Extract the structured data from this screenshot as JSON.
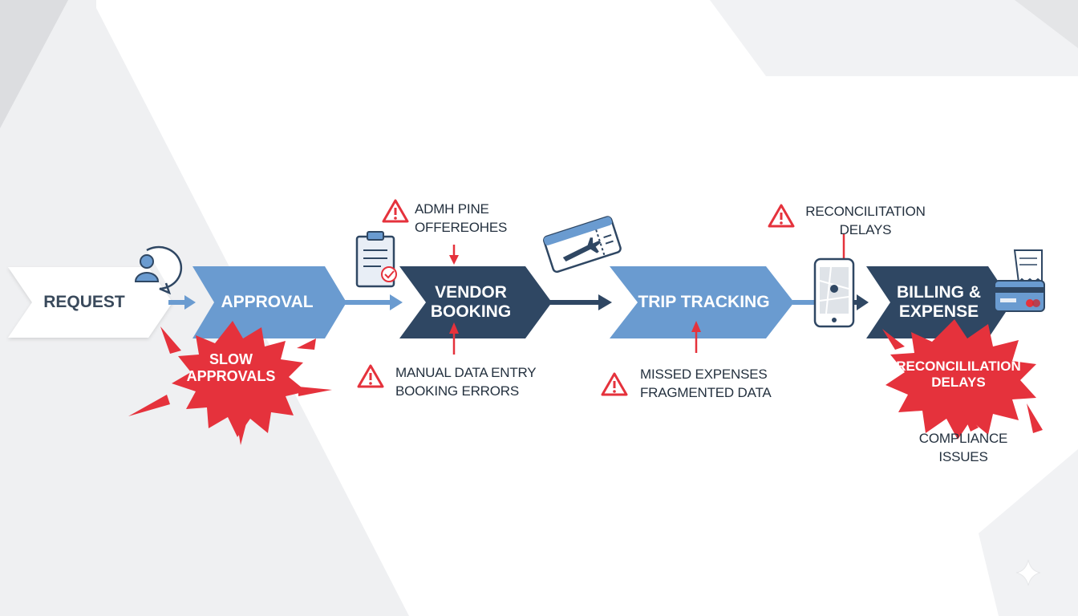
{
  "colors": {
    "light_stage": "#6a9bd0",
    "dark_stage": "#2f4763",
    "request_stage": "#ffffff",
    "alert_red": "#e5323c",
    "text_dark": "#24313f",
    "bg_gray": "#eff0f2"
  },
  "stages": [
    {
      "id": "request",
      "label": "REQUEST",
      "style": "white"
    },
    {
      "id": "approval",
      "label": "APPROVAL",
      "style": "light"
    },
    {
      "id": "vendor-booking",
      "label": "VENDOR\nBOOKING",
      "style": "dark"
    },
    {
      "id": "trip-tracking",
      "label": "TRIP TRACKING",
      "style": "light"
    },
    {
      "id": "billing-expense",
      "label": "BILLING &\nEXPENSE",
      "style": "dark"
    }
  ],
  "issues": {
    "slow_approvals": "SLOW\nAPPROVALS",
    "admin_overhead": "ADMH PINE\nOFFEREOHES",
    "booking_errors": "MANUAL DATA ENTRY\nBOOKING ERRORS",
    "missed_expenses": "MISSED EXPENSES\nFRAGMENTED DATA",
    "reconciliation_top": "RECONCILITATION\nDELAYS",
    "reconciliation_burst": "RECONCILILATION\nDELAYS",
    "compliance": "COMPLIANCE\nISSUES"
  },
  "icons": [
    "user-chat-icon",
    "clipboard-check-icon",
    "plane-ticket-icon",
    "phone-map-icon",
    "receipt-card-icon",
    "warning-icon"
  ]
}
